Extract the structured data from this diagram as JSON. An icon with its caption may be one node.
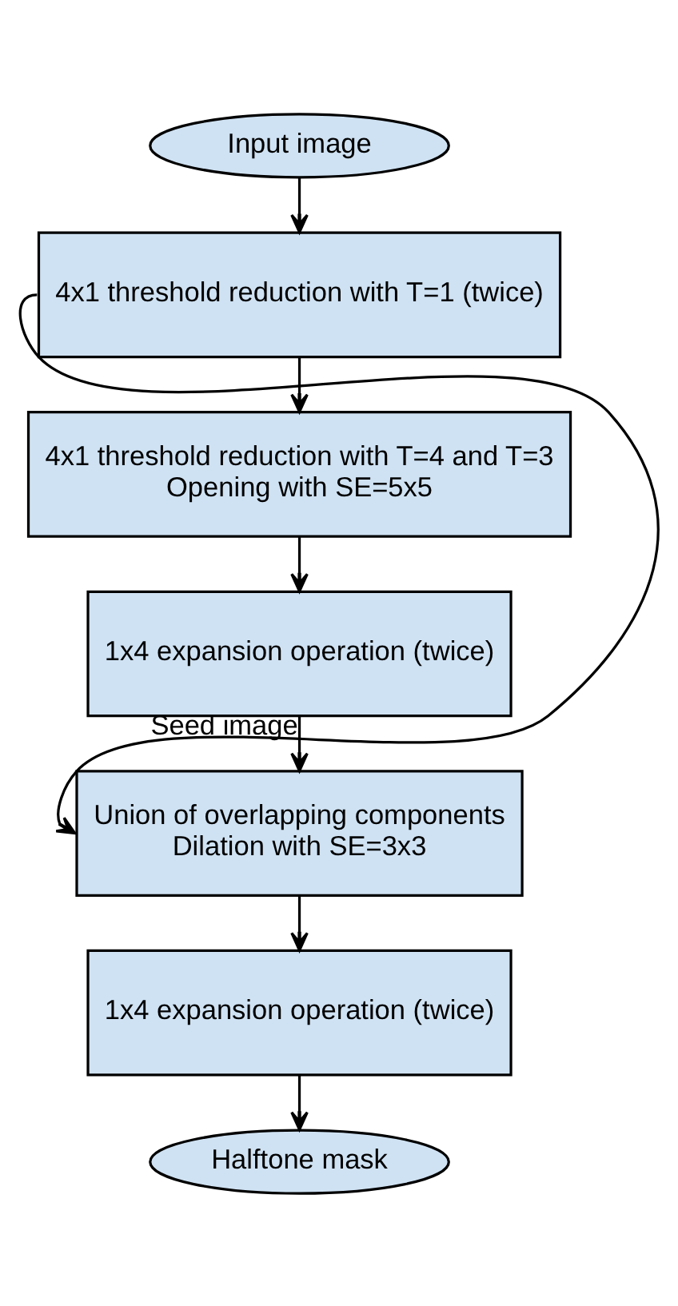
{
  "diagram": {
    "nodes": [
      {
        "text": [
          "Input image"
        ]
      },
      {
        "text": [
          "4x1 threshold reduction with T=1 (twice)"
        ]
      },
      {
        "text": [
          "4x1 threshold reduction with T=4 and T=3",
          "Opening with SE=5x5"
        ]
      },
      {
        "text": [
          "1x4 expansion operation (twice)"
        ]
      },
      {
        "text": [
          "Union of overlapping components",
          "Dilation with SE=3x3"
        ]
      },
      {
        "text": [
          "1x4 expansion operation (twice)"
        ]
      },
      {
        "text": [
          "Halftone mask"
        ]
      }
    ],
    "edges": [
      {
        "from": 0,
        "to": 1,
        "arrow": "to"
      },
      {
        "from": 1,
        "to": 2,
        "arrow": "to"
      },
      {
        "from": 1,
        "to": 4,
        "arrow": "to"
      },
      {
        "from": 2,
        "to": 3,
        "arrow": "to"
      },
      {
        "from": 3,
        "to": 4,
        "arrow": "to",
        "label": "Seed image"
      },
      {
        "from": 4,
        "to": 5,
        "arrow": "to"
      },
      {
        "from": 5,
        "to": 6,
        "arrow": "to"
      }
    ]
  }
}
